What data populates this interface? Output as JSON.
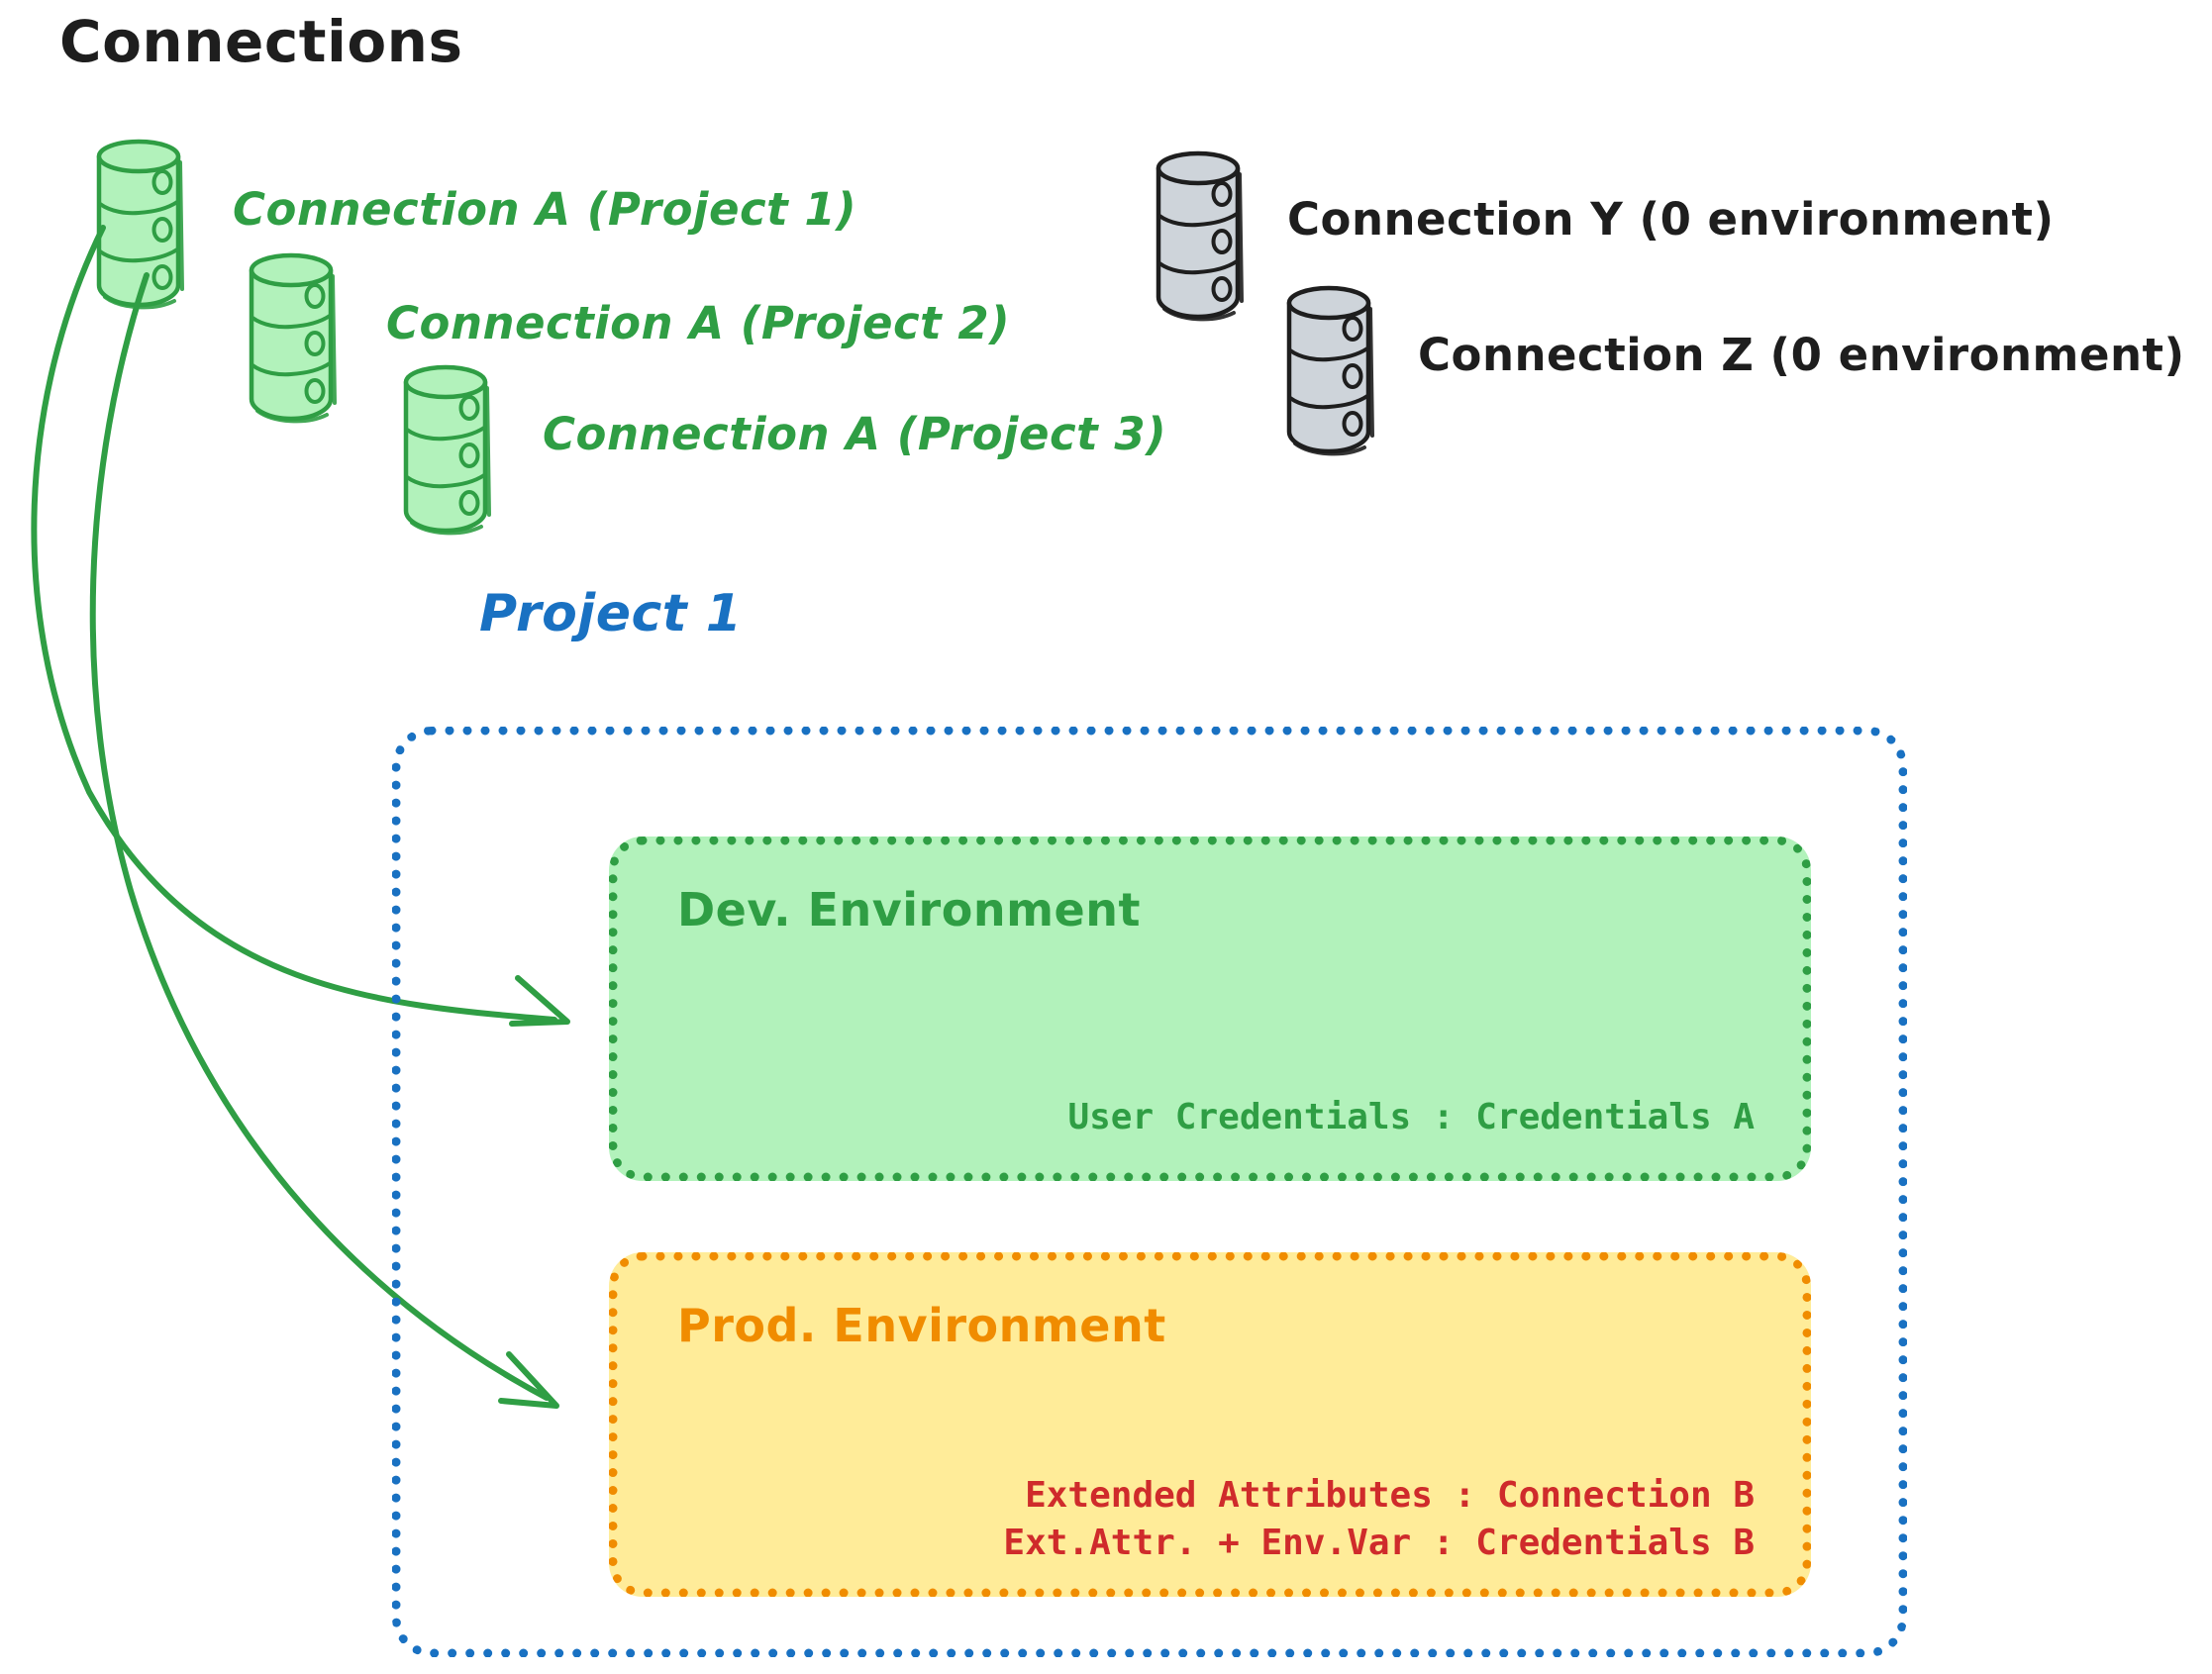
{
  "diagram": {
    "title": "Connections",
    "project_label": "Project 1",
    "connections": [
      {
        "id": "conn-a-p1",
        "label": "Connection A (Project 1)",
        "color": "#2f9e44",
        "kind": "database-cylinder-green"
      },
      {
        "id": "conn-a-p2",
        "label": "Connection A (Project 2)",
        "color": "#2f9e44",
        "kind": "database-cylinder-green"
      },
      {
        "id": "conn-a-p3",
        "label": "Connection A (Project 3)",
        "color": "#2f9e44",
        "kind": "database-cylinder-green"
      },
      {
        "id": "conn-y",
        "label": "Connection Y (0 environment)",
        "color": "#1e1e1e",
        "kind": "database-cylinder-gray"
      },
      {
        "id": "conn-z",
        "label": "Connection Z (0 environment)",
        "color": "#1e1e1e",
        "kind": "database-cylinder-gray"
      }
    ],
    "environments": [
      {
        "id": "dev",
        "title": "Dev. Environment",
        "fill": "#b2f2bb",
        "stroke": "#2f9e44",
        "lines": [
          "User Credentials : Credentials A"
        ]
      },
      {
        "id": "prod",
        "title": "Prod. Environment",
        "fill": "#ffec99",
        "stroke": "#f08c00",
        "lines": [
          "Extended Attributes : Connection B",
          "Ext.Attr. + Env.Var : Credentials B"
        ]
      }
    ],
    "arrows": [
      {
        "id": "arrow-conn-a-to-dev",
        "from": "conn-a-p1",
        "to": "dev",
        "color": "#2f9e44"
      },
      {
        "id": "arrow-conn-a-to-prod",
        "from": "conn-a-p1",
        "to": "prod",
        "color": "#2f9e44"
      }
    ],
    "colors": {
      "title": "#1e1e1e",
      "green_stroke": "#2f9e44",
      "green_fill": "#b2f2bb",
      "blue": "#1971c2",
      "orange": "#f08c00",
      "yellow_fill": "#ffec99",
      "red": "#cf2b2b",
      "gray_fill": "#ced4da",
      "gray_stroke": "#1e1e1e",
      "background": "#ffffff"
    }
  }
}
